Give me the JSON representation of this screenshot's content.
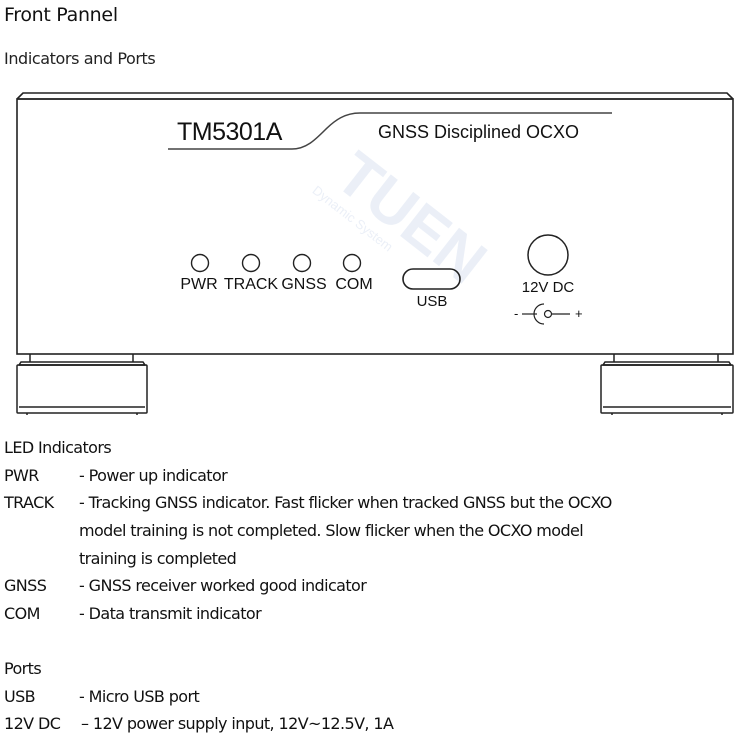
{
  "header": {
    "title": "Front Pannel",
    "subtitle": "Indicators and Ports"
  },
  "device": {
    "model": "TM5301A",
    "product_name": "GNSS Disciplined OCXO",
    "watermark_logo": "TUEN",
    "watermark_tagline": "Dynamic System",
    "leds": [
      {
        "label": "PWR"
      },
      {
        "label": "TRACK"
      },
      {
        "label": "GNSS"
      },
      {
        "label": "COM"
      }
    ],
    "usb_label": "USB",
    "dc_label": "12V DC",
    "polarity_minus": "-",
    "polarity_plus": "+"
  },
  "led_section": {
    "title": "LED Indicators",
    "items": [
      {
        "term": "PWR",
        "desc": "- Power up indicator"
      },
      {
        "term": "TRACK",
        "desc": "- Tracking GNSS indicator. Fast flicker when tracked GNSS but the OCXO",
        "cont": [
          "model training is not completed. Slow flicker when the OCXO model",
          "training is completed"
        ]
      },
      {
        "term": "GNSS",
        "desc": "- GNSS receiver worked good indicator"
      },
      {
        "term": "COM",
        "desc": "- Data transmit indicator"
      }
    ]
  },
  "ports_section": {
    "title": "Ports",
    "items": [
      {
        "term": "USB",
        "desc": "- Micro USB port"
      },
      {
        "term": "12V DC",
        "desc": "–  12V power supply input, 12V~12.5V, 1A"
      }
    ]
  }
}
